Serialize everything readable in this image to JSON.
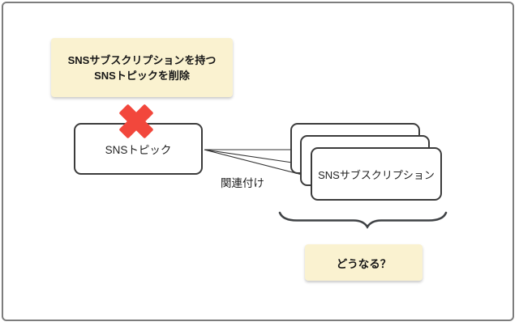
{
  "notes": {
    "top_line1": "SNSサブスクリプションを持つ",
    "top_line2": "SNSトピックを削除",
    "bottom": "どうなる？"
  },
  "boxes": {
    "topic": "SNSトピック",
    "subscription": "SNSサブスクリプション"
  },
  "labels": {
    "association": "関連付け"
  },
  "colors": {
    "note_bg": "#faf2d0",
    "delete_x": "#f2473c",
    "box_border": "#3b3b3b",
    "connector": "#333333",
    "brace": "#3f4245",
    "frame_border": "#7d7d7d"
  }
}
